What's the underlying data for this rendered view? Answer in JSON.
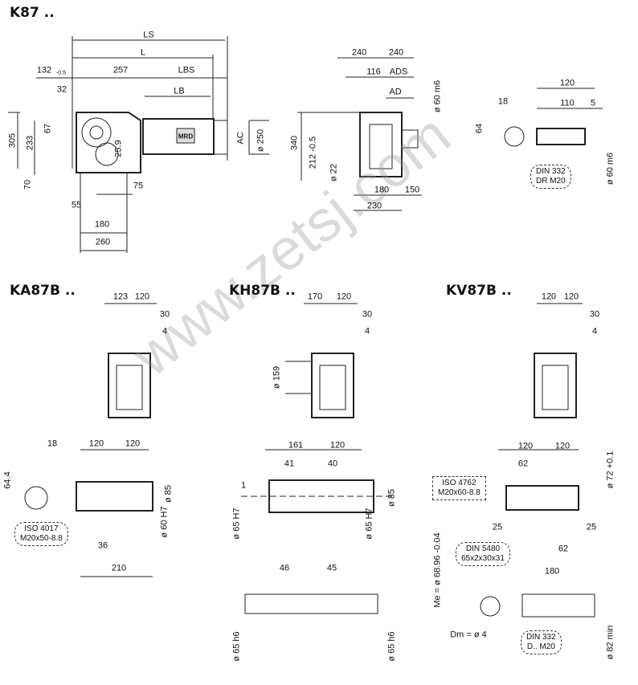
{
  "watermark": "www.zetsj.com",
  "k87": {
    "title": "K87 ..",
    "ls": "LS",
    "l": "L",
    "d132": "132",
    "d132_tol": "-0.5",
    "d257": "257",
    "lbs": "LBS",
    "d32": "32",
    "lb": "LB",
    "d305": "305",
    "d233": "233",
    "d67": "67",
    "d70": "70",
    "d25_9": "25.9",
    "d75": "75",
    "d55": "55",
    "d180": "180",
    "d260": "260",
    "ac": "AC",
    "d250": "ø 250",
    "motor_label": "MRD",
    "side": {
      "d240a": "240",
      "d240b": "240",
      "d116": "116",
      "ads": "ADS",
      "ad": "AD",
      "d60": "ø 60 m6",
      "d340": "340",
      "d212": "212 -0.5",
      "d22": "ø 22",
      "d180": "180",
      "d150": "150",
      "d230": "230"
    },
    "shaft": {
      "d120": "120",
      "d18": "18",
      "d110": "110",
      "d5": "5",
      "d64": "64",
      "din_line1": "DIN 332",
      "din_line2": "DR M20",
      "d60": "ø 60 m6"
    }
  },
  "ka87b": {
    "title": "KA87B ..",
    "d123": "123",
    "d120": "120",
    "d30": "30",
    "d4": "4",
    "lower": {
      "d18": "18",
      "d120a": "120",
      "d120b": "120",
      "d64_4": "64.4",
      "d85": "ø 85",
      "d60": "ø 60 H7",
      "iso_line1": "ISO 4017",
      "iso_line2": "M20x50-8.8",
      "d36": "36",
      "d210": "210"
    }
  },
  "kh87b": {
    "title": "KH87B ..",
    "d170": "170",
    "d120": "120",
    "d30": "30",
    "d4": "4",
    "d159": "ø 159",
    "lower": {
      "d161": "161",
      "d120": "120",
      "d41": "41",
      "d40": "40",
      "d1": "1",
      "d65a": "ø 65 H7",
      "d65b": "ø 65 H7",
      "d85": "ø 85",
      "d46": "46",
      "d45": "45",
      "d65c": "ø 65 h6",
      "d65d": "ø 65 h6"
    }
  },
  "kv87b": {
    "title": "KV87B ..",
    "d120a": "120",
    "d120b": "120",
    "d30": "30",
    "d4": "4",
    "lower": {
      "d120a": "120",
      "d120b": "120",
      "d62a": "62",
      "d72": "ø 72 +0.1",
      "iso_line1": "ISO 4762",
      "iso_line2": "M20x60-8.8",
      "d25a": "25",
      "d25b": "25",
      "d62b": "62",
      "me": "Me = ø 68.96 -0.04",
      "din5480_line1": "DIN 5480",
      "din5480_line2": "65x2x30x31",
      "d180": "180",
      "dm": "Dm = ø 4",
      "din332_line1": "DIN 332",
      "din332_line2": "D.. M20",
      "d82": "ø 82 min"
    }
  }
}
